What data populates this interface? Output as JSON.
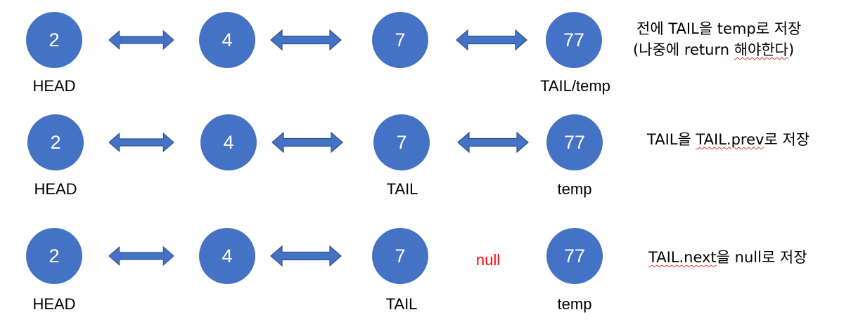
{
  "colors": {
    "node_fill": "#4472C4",
    "null_text": "#FF0000",
    "spell_underline": "#E0312B"
  },
  "rows": [
    {
      "nodes": [
        "2",
        "4",
        "7",
        "77"
      ],
      "labels": {
        "n0": "HEAD",
        "n3": "TAIL/temp"
      },
      "note": {
        "line1": "전에 TAIL을 temp로 저장",
        "line2_a": "(나중에 return ",
        "line2_b": "해야한다",
        "line2_c": ")"
      }
    },
    {
      "nodes": [
        "2",
        "4",
        "7",
        "77"
      ],
      "labels": {
        "n0": "HEAD",
        "n2": "TAIL",
        "n3": "temp"
      },
      "note": {
        "a": "TAIL을 ",
        "b": "TAIL.prev",
        "c": "로 저장"
      }
    },
    {
      "nodes": [
        "2",
        "4",
        "7",
        "77"
      ],
      "labels": {
        "n0": "HEAD",
        "n2": "TAIL",
        "n3": "temp"
      },
      "null_text": "null",
      "note": {
        "a": "TAIL.next",
        "b": "을 null로 저장"
      }
    }
  ]
}
